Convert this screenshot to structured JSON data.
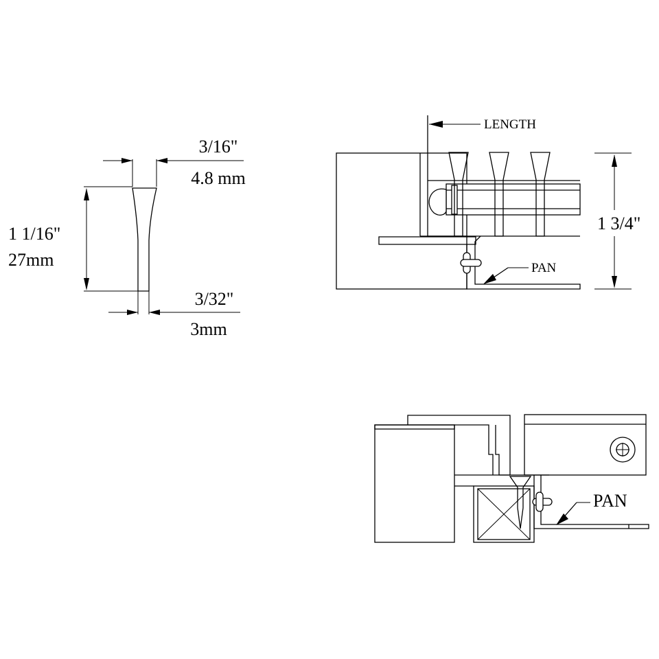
{
  "detail_profile": {
    "top_width_in": "3/16\"",
    "top_width_mm": "4.8 mm",
    "height_in": "1 1/16\"",
    "height_mm": "27mm",
    "bottom_width_in": "3/32\"",
    "bottom_width_mm": "3mm"
  },
  "detail_assembly": {
    "length_label": "LENGTH",
    "height_label": "1 3/4\"",
    "pan_label": "PAN"
  },
  "detail_section": {
    "pan_label": "PAN"
  },
  "colors": {
    "ink": "#000000",
    "paper": "#ffffff"
  }
}
